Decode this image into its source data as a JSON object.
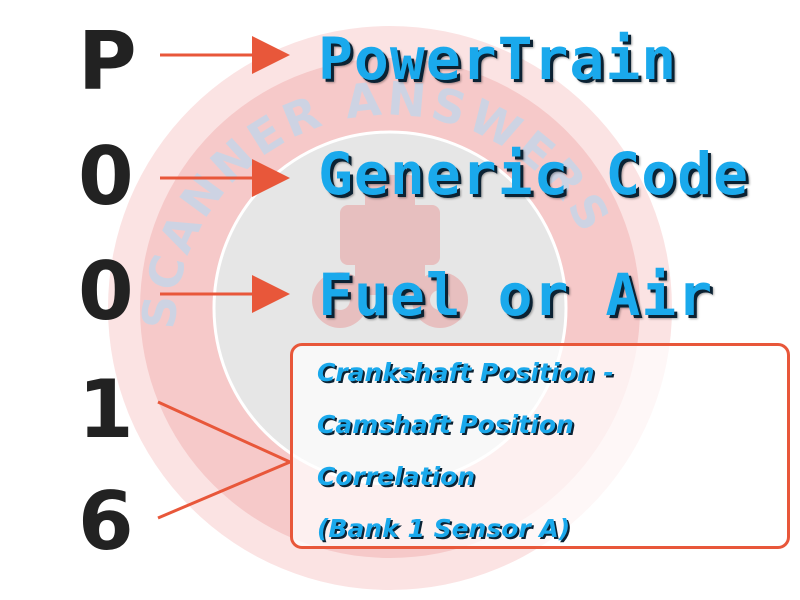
{
  "watermark": {
    "text": "SCANNER ANSWERS"
  },
  "codes": [
    {
      "char": "P",
      "meaning": "PowerTrain"
    },
    {
      "char": "0",
      "meaning": "Generic Code"
    },
    {
      "char": "0",
      "meaning": "Fuel or Air"
    },
    {
      "char": "1"
    },
    {
      "char": "6"
    }
  ],
  "description": {
    "lines": [
      "Crankshaft Position -",
      "Camshaft Position",
      "Correlation",
      "(Bank 1 Sensor A)"
    ]
  },
  "colors": {
    "accent_text": "#1aa9ec",
    "arrow": "#e8573a",
    "code_chars": "#222222",
    "watermark_ring": "#f6b4b4",
    "watermark_inner": "#d9d9d9"
  }
}
